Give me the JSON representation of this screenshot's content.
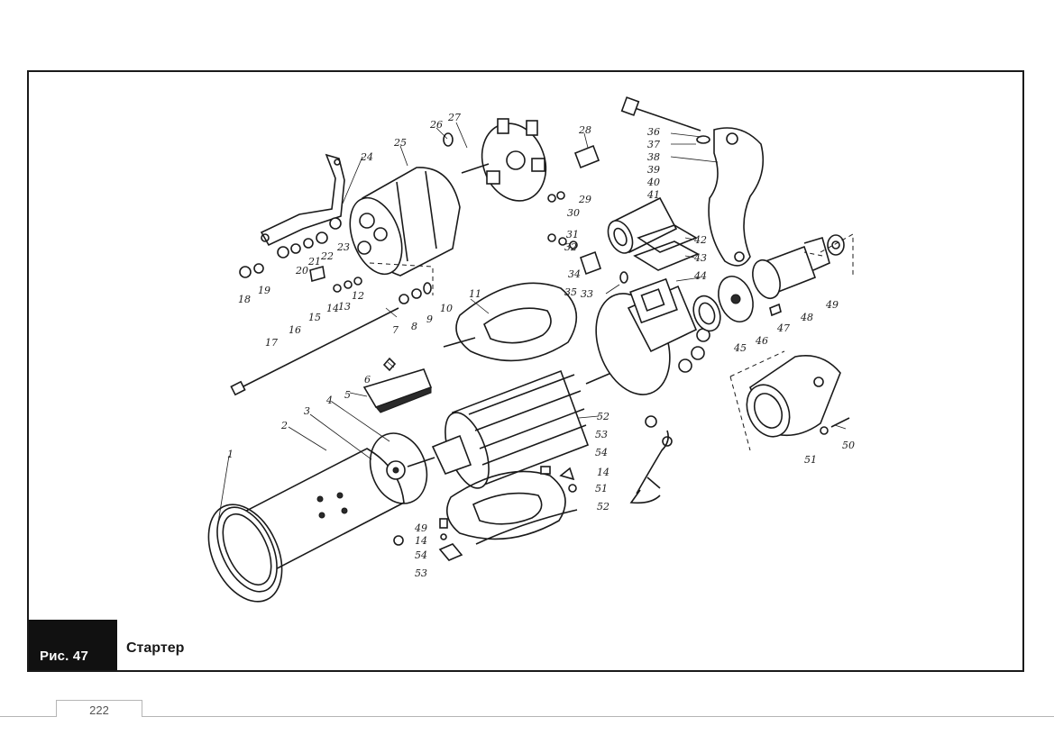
{
  "figure": {
    "badge": "Рис. 47",
    "title": "Стартер"
  },
  "page_number": "222",
  "part_labels": [
    "1",
    "2",
    "3",
    "4",
    "5",
    "6",
    "7",
    "8",
    "9",
    "10",
    "11",
    "12",
    "13",
    "14",
    "15",
    "16",
    "17",
    "18",
    "19",
    "20",
    "21",
    "22",
    "23",
    "24",
    "25",
    "26",
    "27",
    "28",
    "29",
    "30",
    "31",
    "32",
    "33",
    "34",
    "35",
    "36",
    "37",
    "38",
    "39",
    "40",
    "41",
    "42",
    "43",
    "44",
    "45",
    "46",
    "47",
    "48",
    "49",
    "50",
    "51",
    "52",
    "53",
    "54"
  ],
  "colors": {
    "ink": "#1a1a1a",
    "badge_bg": "#111111",
    "rule": "#b5b5b5"
  }
}
